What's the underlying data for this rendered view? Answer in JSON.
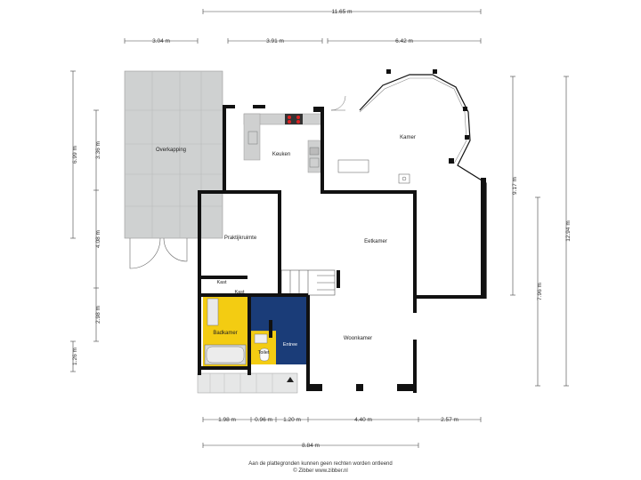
{
  "dimensions": {
    "top_total": "11.65 m",
    "top_left": "3.04 m",
    "top_mid": "3.91 m",
    "top_right": "6.42 m",
    "left_outer": "6.99 m",
    "left_inner": "3.36 m",
    "left_mid": "4.08 m",
    "left_lower": "2.98 m",
    "left_bottom": "1.26 m",
    "right_inner": "9.17 m",
    "right_lower": "7.96 m",
    "right_outer": "12.94 m",
    "bottom_1": "1.98 m",
    "bottom_2": "0.96 m",
    "bottom_3": "1.20 m",
    "bottom_4": "4.40 m",
    "bottom_5": "2.57 m",
    "bottom_total": "8.84 m"
  },
  "rooms": {
    "overkapping": "Overkapping",
    "keuken": "Keuken",
    "kamer": "Kamer",
    "praktijkruimte": "Praktijkruimte",
    "eetkamer": "Eetkamer",
    "kast": "Kast",
    "kast2": "Kast",
    "badkamer": "Badkamer",
    "toilet": "Toilet",
    "woonkamer": "Woonkamer",
    "entree": "Entree"
  },
  "footer": {
    "line1": "Aan de plattegronden kunnen geen rechten worden ontleend",
    "line2": "© Zibber www.zibber.nl"
  },
  "colors": {
    "wall": "#111111",
    "bathroom": "#f3cc12",
    "entrance": "#1a3c78",
    "terrace": "#cfd1d1",
    "kitchen": "#cfd0d0"
  }
}
